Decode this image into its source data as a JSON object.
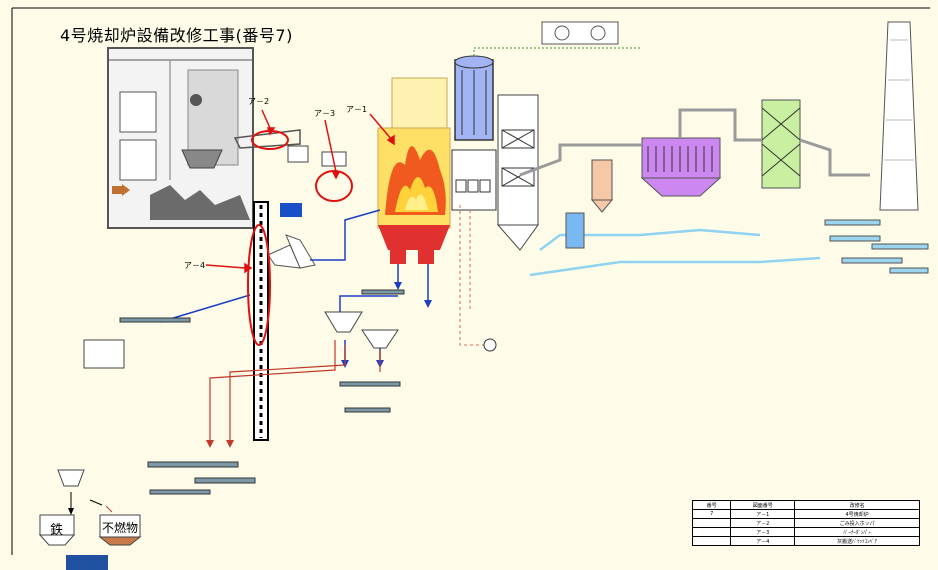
{
  "title": "4号焼却炉設備改修工事(番号7)",
  "markers": {
    "m1": "ア－1",
    "m2": "ア－2",
    "m3": "ア－3",
    "m4": "ア－4"
  },
  "hoppers": {
    "iron": "鉄",
    "nonflammable": "不燃物"
  },
  "colors": {
    "background": "#fefce8",
    "callout": "#e01010",
    "flame": "#f05a1e",
    "pipe_blue": "#1a3fc4",
    "filter_purple": "#cc88f0",
    "scrubber_green": "#c8f0a0",
    "cyan_pipe": "#8fd3f0"
  },
  "legend": {
    "headers": [
      "番号",
      "図面番号",
      "改修名"
    ],
    "rows": [
      [
        "7",
        "ア－1",
        "4号焼却炉"
      ],
      [
        "",
        "ア－2",
        "ごみ投入ホッパ"
      ],
      [
        "",
        "ア－3",
        "ﾊﾞｰﾅｰﾀﾞﾝﾊﾟｰ"
      ],
      [
        "",
        "ア－4",
        "灰搬送ﾊﾞｹｯﾄｺﾝﾍﾞｱ"
      ]
    ]
  }
}
